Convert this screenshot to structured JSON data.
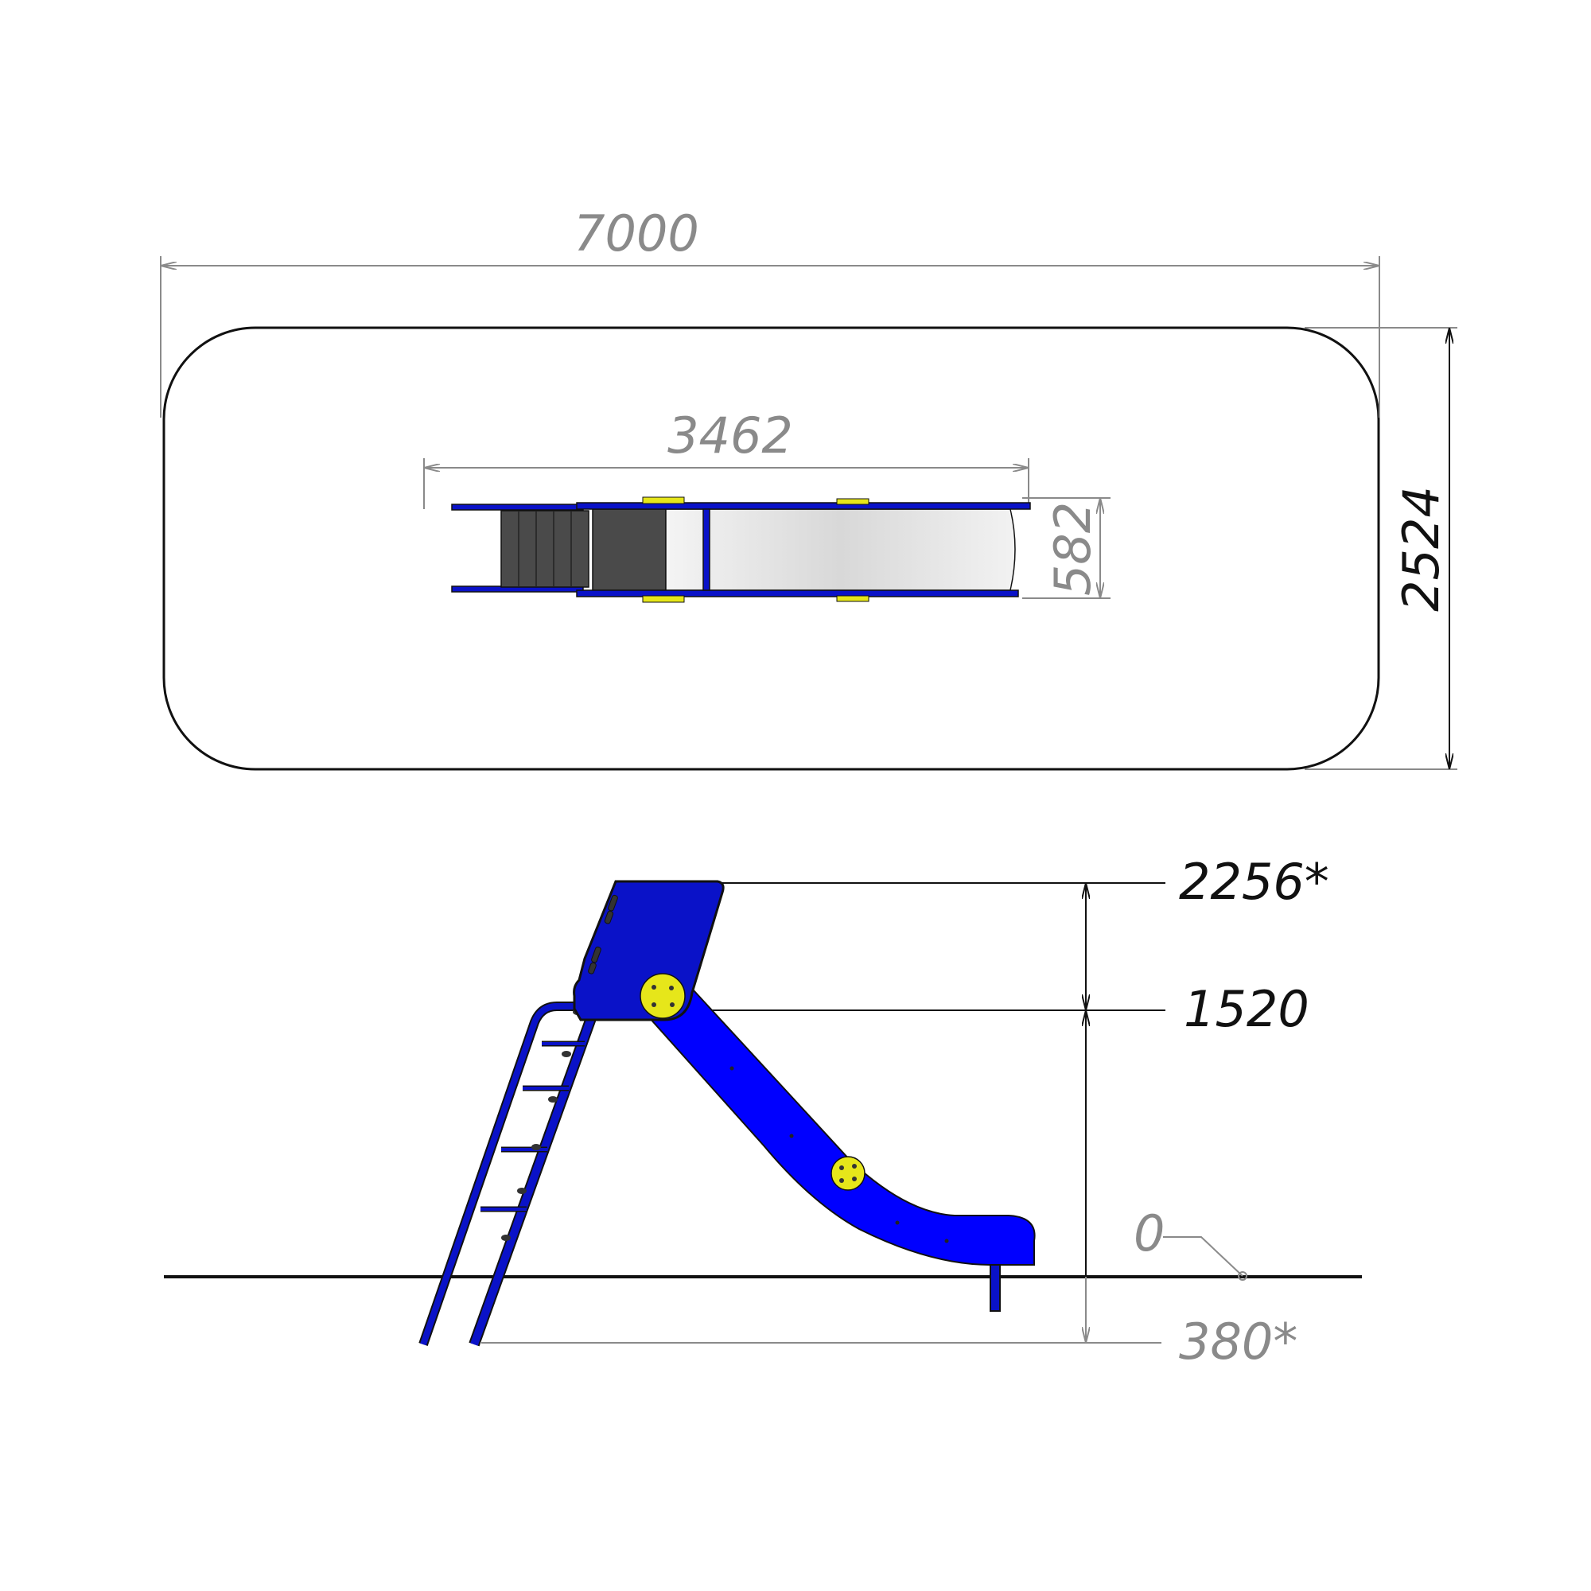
{
  "plan_view": {
    "dim_overall_length": "7000",
    "dim_overall_width": "2524",
    "dim_slide_length": "3462",
    "dim_slide_width": "582"
  },
  "elevation_view": {
    "level_top": "2256*",
    "level_platform": "1520",
    "level_ground": "0",
    "level_foundation": "380*"
  },
  "colors": {
    "frame_blue": "#0a12c8",
    "slide_blue": "#0000ff",
    "bolt_plate_yellow": "#e6e61a",
    "step_dark": "#4a4a4a",
    "dimension_grey": "#8a8a8a"
  }
}
